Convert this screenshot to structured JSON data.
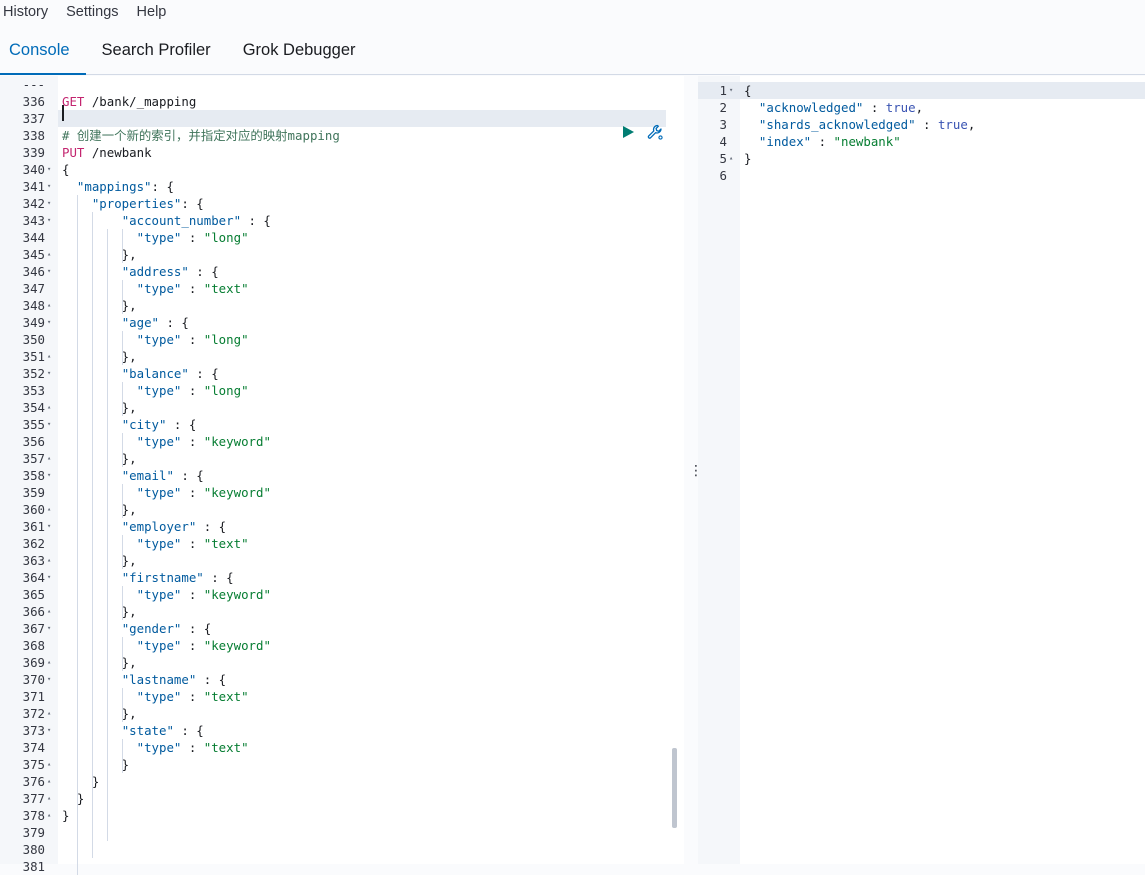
{
  "menu": {
    "items": [
      "History",
      "Settings",
      "Help"
    ]
  },
  "tabs": [
    {
      "label": "Console",
      "active": true
    },
    {
      "label": "Search Profiler",
      "active": false
    },
    {
      "label": "Grok Debugger",
      "active": false
    }
  ],
  "request_editor": {
    "lines": [
      {
        "n": "---",
        "fold": "",
        "parts": []
      },
      {
        "n": "336",
        "fold": "",
        "parts": [
          [
            "method",
            "GET"
          ],
          [
            "plain",
            " /bank/_mapping"
          ]
        ]
      },
      {
        "n": "337",
        "fold": "",
        "parts": [],
        "active": true
      },
      {
        "n": "338",
        "fold": "",
        "parts": [
          [
            "comment",
            "# 创建一个新的索引，并指定对应的映射mapping"
          ]
        ]
      },
      {
        "n": "339",
        "fold": "",
        "parts": [
          [
            "method",
            "PUT"
          ],
          [
            "plain",
            " /newbank"
          ]
        ]
      },
      {
        "n": "340",
        "fold": "▾",
        "parts": [
          [
            "plain",
            "{"
          ]
        ]
      },
      {
        "n": "341",
        "fold": "▾",
        "parts": [
          [
            "plain",
            "  "
          ],
          [
            "key",
            "\"mappings\""
          ],
          [
            "plain",
            ": {"
          ]
        ]
      },
      {
        "n": "342",
        "fold": "▾",
        "parts": [
          [
            "plain",
            "    "
          ],
          [
            "key",
            "\"properties\""
          ],
          [
            "plain",
            ": {"
          ]
        ]
      },
      {
        "n": "343",
        "fold": "▾",
        "parts": [
          [
            "plain",
            "        "
          ],
          [
            "key",
            "\"account_number\""
          ],
          [
            "plain",
            " : {"
          ]
        ]
      },
      {
        "n": "344",
        "fold": "",
        "parts": [
          [
            "plain",
            "          "
          ],
          [
            "key",
            "\"type\""
          ],
          [
            "plain",
            " : "
          ],
          [
            "str",
            "\"long\""
          ]
        ]
      },
      {
        "n": "345",
        "fold": "▴",
        "parts": [
          [
            "plain",
            "        },"
          ]
        ]
      },
      {
        "n": "346",
        "fold": "▾",
        "parts": [
          [
            "plain",
            "        "
          ],
          [
            "key",
            "\"address\""
          ],
          [
            "plain",
            " : {"
          ]
        ]
      },
      {
        "n": "347",
        "fold": "",
        "parts": [
          [
            "plain",
            "          "
          ],
          [
            "key",
            "\"type\""
          ],
          [
            "plain",
            " : "
          ],
          [
            "str",
            "\"text\""
          ]
        ]
      },
      {
        "n": "348",
        "fold": "▴",
        "parts": [
          [
            "plain",
            "        },"
          ]
        ]
      },
      {
        "n": "349",
        "fold": "▾",
        "parts": [
          [
            "plain",
            "        "
          ],
          [
            "key",
            "\"age\""
          ],
          [
            "plain",
            " : {"
          ]
        ]
      },
      {
        "n": "350",
        "fold": "",
        "parts": [
          [
            "plain",
            "          "
          ],
          [
            "key",
            "\"type\""
          ],
          [
            "plain",
            " : "
          ],
          [
            "str",
            "\"long\""
          ]
        ]
      },
      {
        "n": "351",
        "fold": "▴",
        "parts": [
          [
            "plain",
            "        },"
          ]
        ]
      },
      {
        "n": "352",
        "fold": "▾",
        "parts": [
          [
            "plain",
            "        "
          ],
          [
            "key",
            "\"balance\""
          ],
          [
            "plain",
            " : {"
          ]
        ]
      },
      {
        "n": "353",
        "fold": "",
        "parts": [
          [
            "plain",
            "          "
          ],
          [
            "key",
            "\"type\""
          ],
          [
            "plain",
            " : "
          ],
          [
            "str",
            "\"long\""
          ]
        ]
      },
      {
        "n": "354",
        "fold": "▴",
        "parts": [
          [
            "plain",
            "        },"
          ]
        ]
      },
      {
        "n": "355",
        "fold": "▾",
        "parts": [
          [
            "plain",
            "        "
          ],
          [
            "key",
            "\"city\""
          ],
          [
            "plain",
            " : {"
          ]
        ]
      },
      {
        "n": "356",
        "fold": "",
        "parts": [
          [
            "plain",
            "          "
          ],
          [
            "key",
            "\"type\""
          ],
          [
            "plain",
            " : "
          ],
          [
            "str",
            "\"keyword\""
          ]
        ]
      },
      {
        "n": "357",
        "fold": "▴",
        "parts": [
          [
            "plain",
            "        },"
          ]
        ]
      },
      {
        "n": "358",
        "fold": "▾",
        "parts": [
          [
            "plain",
            "        "
          ],
          [
            "key",
            "\"email\""
          ],
          [
            "plain",
            " : {"
          ]
        ]
      },
      {
        "n": "359",
        "fold": "",
        "parts": [
          [
            "plain",
            "          "
          ],
          [
            "key",
            "\"type\""
          ],
          [
            "plain",
            " : "
          ],
          [
            "str",
            "\"keyword\""
          ]
        ]
      },
      {
        "n": "360",
        "fold": "▴",
        "parts": [
          [
            "plain",
            "        },"
          ]
        ]
      },
      {
        "n": "361",
        "fold": "▾",
        "parts": [
          [
            "plain",
            "        "
          ],
          [
            "key",
            "\"employer\""
          ],
          [
            "plain",
            " : {"
          ]
        ]
      },
      {
        "n": "362",
        "fold": "",
        "parts": [
          [
            "plain",
            "          "
          ],
          [
            "key",
            "\"type\""
          ],
          [
            "plain",
            " : "
          ],
          [
            "str",
            "\"text\""
          ]
        ]
      },
      {
        "n": "363",
        "fold": "▴",
        "parts": [
          [
            "plain",
            "        },"
          ]
        ]
      },
      {
        "n": "364",
        "fold": "▾",
        "parts": [
          [
            "plain",
            "        "
          ],
          [
            "key",
            "\"firstname\""
          ],
          [
            "plain",
            " : {"
          ]
        ]
      },
      {
        "n": "365",
        "fold": "",
        "parts": [
          [
            "plain",
            "          "
          ],
          [
            "key",
            "\"type\""
          ],
          [
            "plain",
            " : "
          ],
          [
            "str",
            "\"keyword\""
          ]
        ]
      },
      {
        "n": "366",
        "fold": "▴",
        "parts": [
          [
            "plain",
            "        },"
          ]
        ]
      },
      {
        "n": "367",
        "fold": "▾",
        "parts": [
          [
            "plain",
            "        "
          ],
          [
            "key",
            "\"gender\""
          ],
          [
            "plain",
            " : {"
          ]
        ]
      },
      {
        "n": "368",
        "fold": "",
        "parts": [
          [
            "plain",
            "          "
          ],
          [
            "key",
            "\"type\""
          ],
          [
            "plain",
            " : "
          ],
          [
            "str",
            "\"keyword\""
          ]
        ]
      },
      {
        "n": "369",
        "fold": "▴",
        "parts": [
          [
            "plain",
            "        },"
          ]
        ]
      },
      {
        "n": "370",
        "fold": "▾",
        "parts": [
          [
            "plain",
            "        "
          ],
          [
            "key",
            "\"lastname\""
          ],
          [
            "plain",
            " : {"
          ]
        ]
      },
      {
        "n": "371",
        "fold": "",
        "parts": [
          [
            "plain",
            "          "
          ],
          [
            "key",
            "\"type\""
          ],
          [
            "plain",
            " : "
          ],
          [
            "str",
            "\"text\""
          ]
        ]
      },
      {
        "n": "372",
        "fold": "▴",
        "parts": [
          [
            "plain",
            "        },"
          ]
        ]
      },
      {
        "n": "373",
        "fold": "▾",
        "parts": [
          [
            "plain",
            "        "
          ],
          [
            "key",
            "\"state\""
          ],
          [
            "plain",
            " : {"
          ]
        ]
      },
      {
        "n": "374",
        "fold": "",
        "parts": [
          [
            "plain",
            "          "
          ],
          [
            "key",
            "\"type\""
          ],
          [
            "plain",
            " : "
          ],
          [
            "str",
            "\"text\""
          ]
        ]
      },
      {
        "n": "375",
        "fold": "▴",
        "parts": [
          [
            "plain",
            "        }"
          ]
        ]
      },
      {
        "n": "376",
        "fold": "▴",
        "parts": [
          [
            "plain",
            "    }"
          ]
        ]
      },
      {
        "n": "377",
        "fold": "▴",
        "parts": [
          [
            "plain",
            "  }"
          ]
        ]
      },
      {
        "n": "378",
        "fold": "▴",
        "parts": [
          [
            "plain",
            "}"
          ]
        ]
      },
      {
        "n": "379",
        "fold": "",
        "parts": []
      },
      {
        "n": "380",
        "fold": "",
        "parts": []
      },
      {
        "n": "381",
        "fold": "",
        "parts": []
      }
    ]
  },
  "response_editor": {
    "lines": [
      {
        "n": "1",
        "fold": "▾",
        "parts": [
          [
            "plain",
            "{"
          ]
        ],
        "active": true
      },
      {
        "n": "2",
        "fold": "",
        "parts": [
          [
            "plain",
            "  "
          ],
          [
            "key",
            "\"acknowledged\""
          ],
          [
            "plain",
            " : "
          ],
          [
            "bool",
            "true"
          ],
          [
            "plain",
            ","
          ]
        ]
      },
      {
        "n": "3",
        "fold": "",
        "parts": [
          [
            "plain",
            "  "
          ],
          [
            "key",
            "\"shards_acknowledged\""
          ],
          [
            "plain",
            " : "
          ],
          [
            "bool",
            "true"
          ],
          [
            "plain",
            ","
          ]
        ]
      },
      {
        "n": "4",
        "fold": "",
        "parts": [
          [
            "plain",
            "  "
          ],
          [
            "key",
            "\"index\""
          ],
          [
            "plain",
            " : "
          ],
          [
            "str",
            "\"newbank\""
          ]
        ]
      },
      {
        "n": "5",
        "fold": "▴",
        "parts": [
          [
            "plain",
            "}"
          ]
        ]
      },
      {
        "n": "6",
        "fold": "",
        "parts": []
      }
    ]
  },
  "icons": {
    "run": "play-icon",
    "settings": "wrench-icon",
    "resize": "vertical-dots-icon"
  },
  "colors": {
    "accent": "#006bb8",
    "run_button": "#017d73",
    "method": "#c3256f",
    "string": "#067d32",
    "key": "#005a9e",
    "bool": "#3953b2"
  }
}
